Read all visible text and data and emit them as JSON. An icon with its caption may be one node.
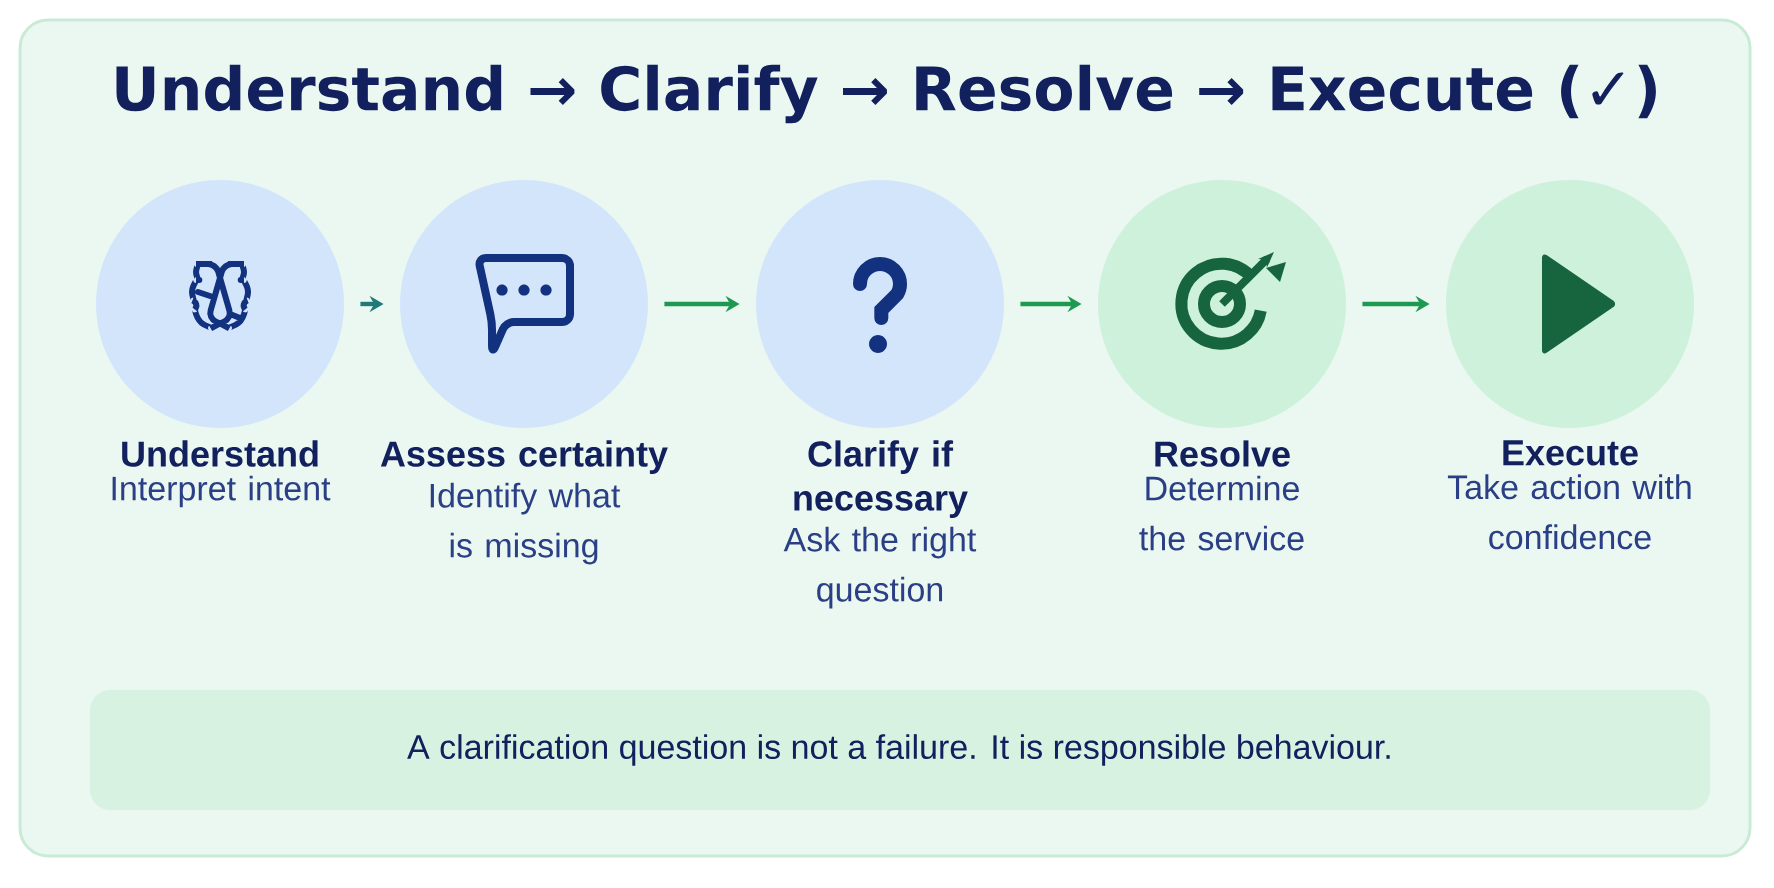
{
  "diagram": {
    "title": "Understand → Clarify → Resolve → Execute (✓)",
    "nodes": [
      {
        "text": [],
        "shape": "circle",
        "beside": [
          "Understand",
          "Interpret intent"
        ]
      },
      {
        "text": [],
        "shape": "circle",
        "beside": [
          "Assess certainty",
          "Identify what is missing"
        ]
      },
      {
        "text": [],
        "shape": "circle",
        "beside": [
          "Clarify if necessary",
          "Ask the right question"
        ]
      },
      {
        "text": [],
        "shape": "circle",
        "beside": [
          "Resolve",
          "Determine the service"
        ]
      },
      {
        "text": [],
        "shape": "circle",
        "beside": [
          "Execute",
          "Take action with confidence"
        ]
      },
      {
        "text": [
          "A clarification question is not a failure. It is responsible behaviour."
        ]
      }
    ],
    "edges": [
      {
        "from": 0,
        "to": 1,
        "arrow": "to",
        "color": "#1f7a78"
      },
      {
        "from": 1,
        "to": 2,
        "arrow": "to"
      },
      {
        "from": 2,
        "to": 3,
        "arrow": "to"
      },
      {
        "from": 3,
        "to": 4,
        "arrow": "to"
      }
    ]
  }
}
